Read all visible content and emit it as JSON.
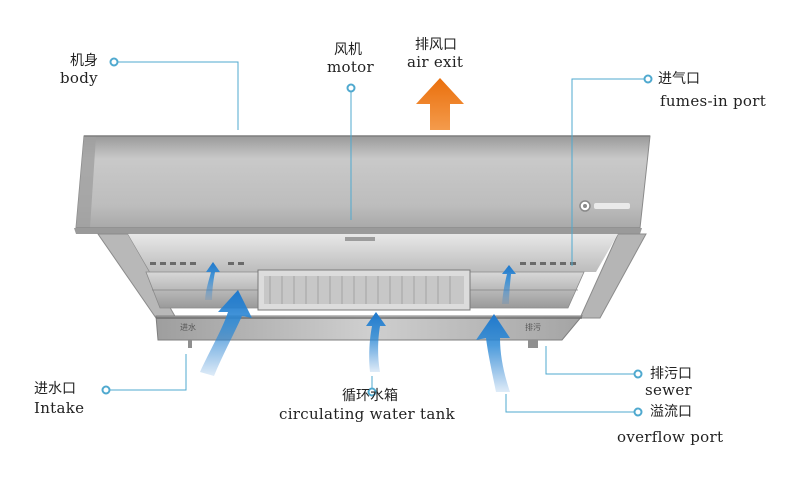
{
  "labels": {
    "body": {
      "zh": "机身",
      "en": "body"
    },
    "motor": {
      "zh": "风机",
      "en": "motor"
    },
    "air_exit": {
      "zh": "排风口",
      "en": "air exit"
    },
    "fumes_in": {
      "zh": "进气口",
      "en": "fumes-in port"
    },
    "intake": {
      "zh": "进水口",
      "en": "Intake"
    },
    "tank": {
      "zh": "循环水箱",
      "en": "circulating water tank"
    },
    "sewer": {
      "zh": "排污口",
      "en": "sewer"
    },
    "overflow": {
      "zh": "溢流口",
      "en": "overflow port"
    }
  },
  "tags": {
    "intake": "进水",
    "sewer": "排污"
  },
  "colors": {
    "leader_line": "#4fa9cf",
    "marker": "#4fa9cf",
    "flow_arrow": "#2f8ed4",
    "exhaust_arrow": "#ef7d1a",
    "steel_light": "#d4d4d4",
    "steel_dark": "#8f8f8f"
  },
  "icons": [
    "leader-marker-icon",
    "exhaust-arrow-icon",
    "airflow-arrow-icon",
    "brand-logo-icon"
  ]
}
